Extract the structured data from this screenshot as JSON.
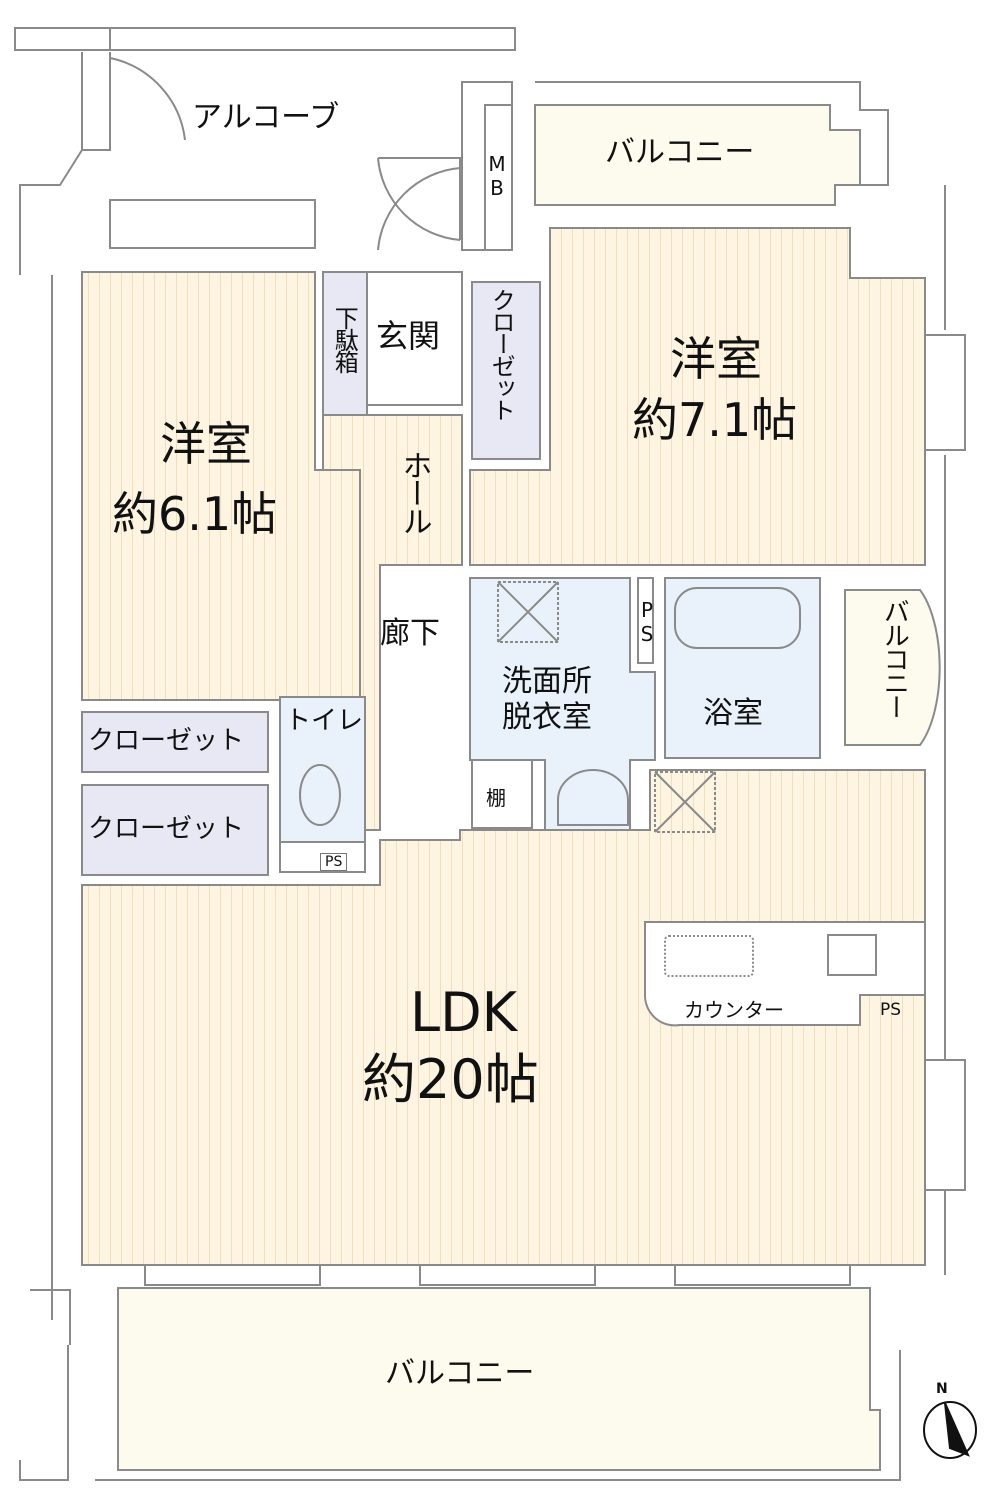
{
  "colors": {
    "wall": "#8a8a8a",
    "floor_wood": "#fdf4e2",
    "floor_stripe": "#f0e2c6",
    "storage": "#e8e8f4",
    "wet_area": "#e9f2fa",
    "balcony": "#fdfbee",
    "text": "#111111"
  },
  "rooms": {
    "alcove": {
      "label": "アルコーブ"
    },
    "mb": {
      "label": "MB"
    },
    "balcony_top": {
      "label": "バルコニー"
    },
    "shoe_box": {
      "label": "下駄箱"
    },
    "entrance": {
      "label": "玄関"
    },
    "closet_entry": {
      "label": "クローゼット"
    },
    "western_room_right": {
      "name": "洋室",
      "size": "約7.1帖"
    },
    "western_room_left": {
      "name": "洋室",
      "size": "約6.1帖"
    },
    "hall": {
      "label": "ホール"
    },
    "corridor": {
      "label": "廊下"
    },
    "ps_wash": {
      "label": "PS"
    },
    "washroom": {
      "line1": "洗面所",
      "line2": "脱衣室"
    },
    "bathroom": {
      "label": "浴室"
    },
    "balcony_side": {
      "label": "バルコニー"
    },
    "closet_1": {
      "label": "クローゼット"
    },
    "closet_2": {
      "label": "クローゼット"
    },
    "toilet": {
      "label": "トイレ"
    },
    "ps_toilet": {
      "label": "PS"
    },
    "shelf": {
      "label": "棚"
    },
    "ldk": {
      "name": "LDK",
      "size": "約20帖"
    },
    "counter": {
      "label": "カウンター"
    },
    "ps_kitchen": {
      "label": "PS"
    },
    "balcony_bottom": {
      "label": "バルコニー"
    }
  },
  "compass": {
    "label": "N"
  }
}
